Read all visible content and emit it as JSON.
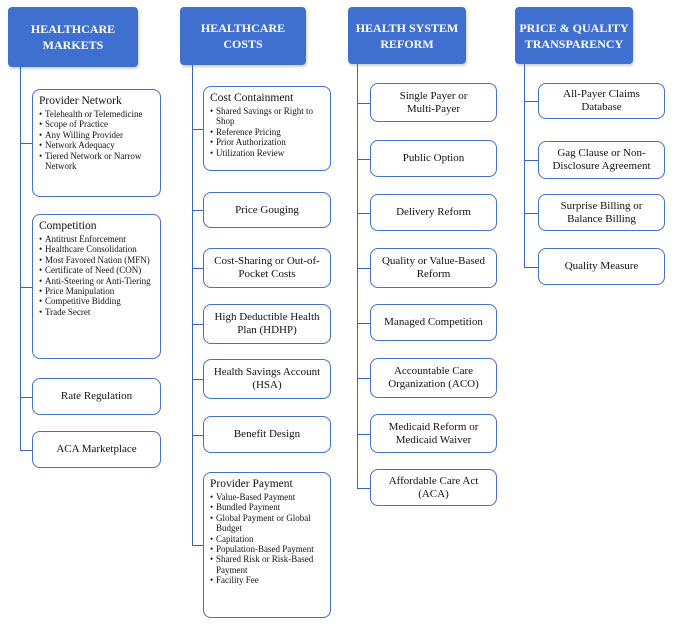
{
  "columns": [
    {
      "header": "Healthcare\nMarkets",
      "boxes": [
        {
          "title": "Provider Network",
          "items": [
            "Telehealth or Telemedicine",
            "Scope of Practice",
            "Any Willing Provider",
            "Network Adequacy",
            "Tiered Network or Narrow Network"
          ]
        },
        {
          "title": "Competition",
          "items": [
            "Antitrust Enforcement",
            "Healthcare Consolidation",
            "Most Favored Nation (MFN)",
            "Certificate of Need (CON)",
            "Anti-Steering or Anti-Tiering",
            "Price Manipulation",
            "Competitive Bidding",
            "Trade Secret"
          ]
        },
        {
          "label": "Rate Regulation"
        },
        {
          "label": "ACA Marketplace"
        }
      ]
    },
    {
      "header": "Healthcare\nCosts",
      "boxes": [
        {
          "title": "Cost Containment",
          "items": [
            "Shared Savings or Right to Shop",
            "Reference Pricing",
            "Prior Authorization",
            "Utilization Review"
          ]
        },
        {
          "label": "Price Gouging"
        },
        {
          "label": "Cost-Sharing or Out-of-\nPocket Costs"
        },
        {
          "label": "High Deductible Health\nPlan (HDHP)"
        },
        {
          "label": "Health Savings Account\n(HSA)"
        },
        {
          "label": "Benefit Design"
        },
        {
          "title": "Provider Payment",
          "items": [
            "Value-Based Payment",
            "Bundled Payment",
            "Global Payment or Global Budget",
            "Capitation",
            "Population-Based Payment",
            "Shared Risk or Risk-Based Payment",
            "Facility Fee"
          ]
        }
      ]
    },
    {
      "header": "Health System\nReform",
      "boxes": [
        {
          "label": "Single Payer or\nMulti-Payer"
        },
        {
          "label": "Public Option"
        },
        {
          "label": "Delivery Reform"
        },
        {
          "label": "Quality or Value-Based\nReform"
        },
        {
          "label": "Managed Competition"
        },
        {
          "label": "Accountable Care\nOrganization (ACO)"
        },
        {
          "label": "Medicaid Reform or\nMedicaid Waiver"
        },
        {
          "label": "Affordable Care Act\n(ACA)"
        }
      ]
    },
    {
      "header": "Price & Quality\nTransparency",
      "boxes": [
        {
          "label": "All-Payer Claims\nDatabase"
        },
        {
          "label": "Gag Clause or Non-\nDisclosure Agreement"
        },
        {
          "label": "Surprise Billing or\nBalance Billing"
        },
        {
          "label": "Quality Measure"
        }
      ]
    }
  ],
  "colors": {
    "header_fill": "#3f6fcf",
    "header_text": "#ffffff",
    "box_border": "#4470c8",
    "connector": "#3b63b8"
  }
}
